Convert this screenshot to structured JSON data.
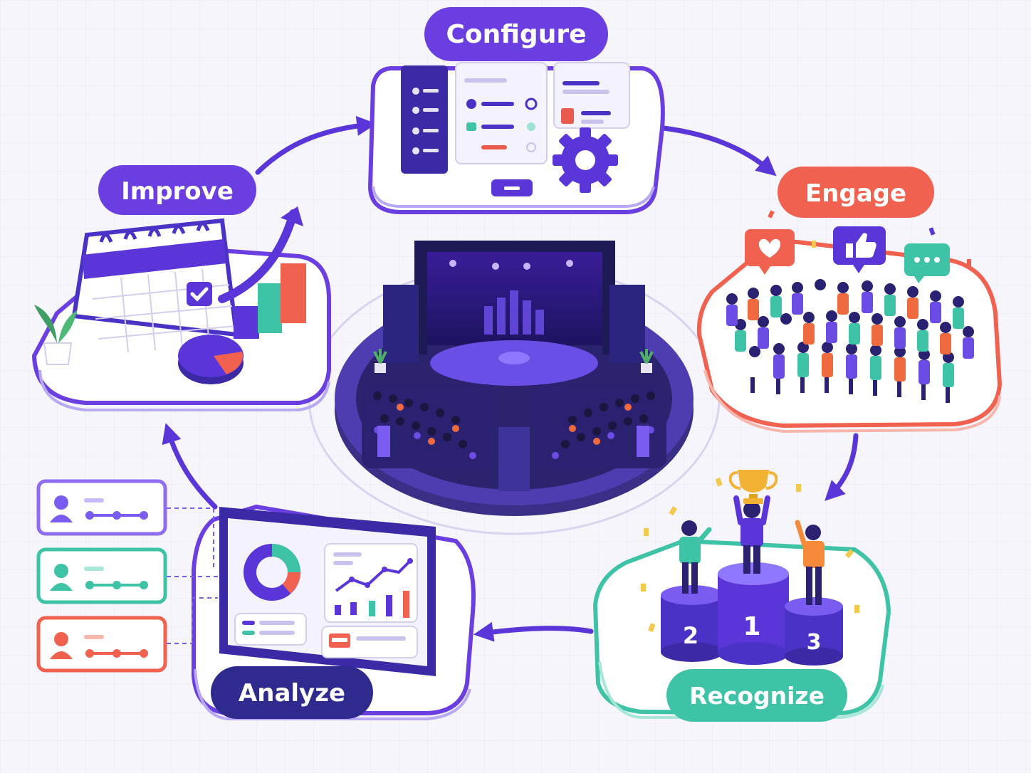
{
  "stages": {
    "configure": "Configure",
    "engage": "Engage",
    "recognize": "Recognize",
    "analyze": "Analyze",
    "improve": "Improve"
  },
  "podium": {
    "first": "1",
    "second": "2",
    "third": "3"
  },
  "colors": {
    "purple": "#6a3ee0",
    "deep_purple": "#3f2ba8",
    "coral": "#f0614f",
    "teal": "#3ec3a6",
    "navy": "#2e2a8e"
  },
  "icons": [
    "gear-icon",
    "heart-icon",
    "thumbs-up-icon",
    "chat-bubble-icon",
    "trophy-icon",
    "check-icon",
    "user-icon",
    "donut-chart-icon",
    "line-chart-icon",
    "bar-chart-icon",
    "pie-chart-icon",
    "calendar-icon",
    "plant-icon"
  ]
}
